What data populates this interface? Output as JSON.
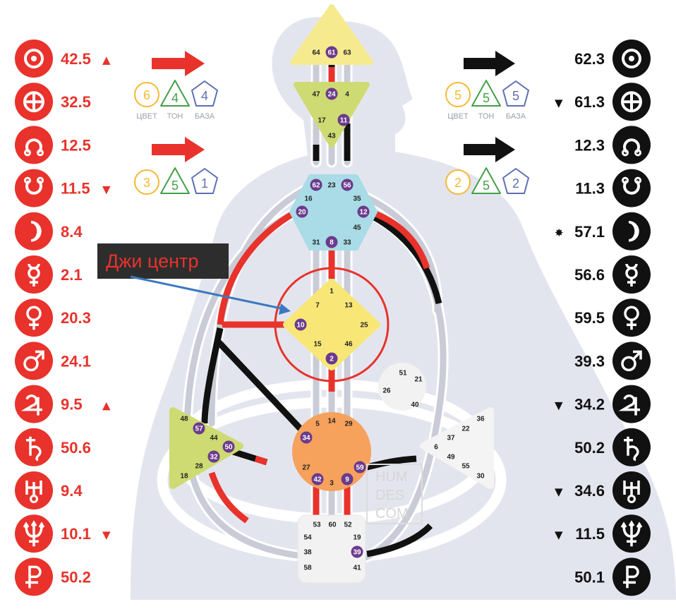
{
  "colors": {
    "design_red": "#e8322b",
    "personality_black": "#111111",
    "head_yellow": "#f6ea8f",
    "ajna_green": "#cddb72",
    "throat_blue": "#a9dce6",
    "g_yellow": "#f8e777",
    "sacral_orange": "#f6a15c",
    "spleen_green": "#cddb72",
    "root_white": "#f2f2f2",
    "gate_purple": "#6b3a8c",
    "color_orange": "#f5b935",
    "tone_green": "#42a047",
    "base_blue": "#5d6fb5",
    "annotation_blue": "#3b78c1"
  },
  "planet_icons": [
    "sun-icon",
    "earth-icon",
    "north-node-icon",
    "south-node-icon",
    "moon-icon",
    "mercury-icon",
    "venus-icon",
    "mars-icon",
    "jupiter-icon",
    "saturn-icon",
    "uranus-icon",
    "neptune-icon",
    "pluto-icon"
  ],
  "design_column": [
    {
      "value": "42.5",
      "mark": "▲"
    },
    {
      "value": "32.5",
      "mark": ""
    },
    {
      "value": "12.5",
      "mark": ""
    },
    {
      "value": "11.5",
      "mark": "▼"
    },
    {
      "value": "8.4",
      "mark": ""
    },
    {
      "value": "2.1",
      "mark": ""
    },
    {
      "value": "20.3",
      "mark": ""
    },
    {
      "value": "24.1",
      "mark": ""
    },
    {
      "value": "9.5",
      "mark": "▲"
    },
    {
      "value": "50.6",
      "mark": ""
    },
    {
      "value": "9.4",
      "mark": ""
    },
    {
      "value": "10.1",
      "mark": "▼"
    },
    {
      "value": "50.2",
      "mark": ""
    }
  ],
  "personality_column": [
    {
      "value": "62.3",
      "mark": ""
    },
    {
      "value": "61.3",
      "mark": "▼"
    },
    {
      "value": "12.3",
      "mark": ""
    },
    {
      "value": "11.3",
      "mark": ""
    },
    {
      "value": "57.1",
      "mark": "✸"
    },
    {
      "value": "56.6",
      "mark": ""
    },
    {
      "value": "59.5",
      "mark": ""
    },
    {
      "value": "39.3",
      "mark": ""
    },
    {
      "value": "34.2",
      "mark": "▼"
    },
    {
      "value": "50.2",
      "mark": ""
    },
    {
      "value": "34.6",
      "mark": "▼"
    },
    {
      "value": "11.5",
      "mark": "▼"
    },
    {
      "value": "50.1",
      "mark": ""
    }
  ],
  "variables": {
    "labels": {
      "color": "ЦВЕТ",
      "tone": "ТОН",
      "base": "БАЗА"
    },
    "design_top": {
      "color": "6",
      "tone": "4",
      "base": "4"
    },
    "design_bottom": {
      "color": "3",
      "tone": "5",
      "base": "1"
    },
    "personality_top": {
      "color": "5",
      "tone": "5",
      "base": "5"
    },
    "personality_bottom": {
      "color": "2",
      "tone": "5",
      "base": "2"
    }
  },
  "annotation": {
    "text": "Джи центр"
  },
  "watermark": {
    "line1": "HUM",
    "line2": "DES",
    "line3": "COM"
  },
  "centers": {
    "head": {
      "gates": [
        {
          "n": "64",
          "on": false
        },
        {
          "n": "61",
          "on": true
        },
        {
          "n": "63",
          "on": false
        }
      ]
    },
    "ajna": {
      "gates": [
        {
          "n": "47",
          "on": false
        },
        {
          "n": "24",
          "on": true
        },
        {
          "n": "4",
          "on": false
        },
        {
          "n": "17",
          "on": false
        },
        {
          "n": "11",
          "on": true
        },
        {
          "n": "43",
          "on": false
        }
      ]
    },
    "throat": {
      "gates": [
        {
          "n": "62",
          "on": true
        },
        {
          "n": "23",
          "on": false
        },
        {
          "n": "56",
          "on": true
        },
        {
          "n": "16",
          "on": false
        },
        {
          "n": "35",
          "on": false
        },
        {
          "n": "20",
          "on": true
        },
        {
          "n": "12",
          "on": true
        },
        {
          "n": "45",
          "on": false
        },
        {
          "n": "31",
          "on": false
        },
        {
          "n": "8",
          "on": true
        },
        {
          "n": "33",
          "on": false
        }
      ]
    },
    "g": {
      "gates": [
        {
          "n": "1",
          "on": false
        },
        {
          "n": "7",
          "on": false
        },
        {
          "n": "13",
          "on": false
        },
        {
          "n": "10",
          "on": true
        },
        {
          "n": "25",
          "on": false
        },
        {
          "n": "15",
          "on": false
        },
        {
          "n": "46",
          "on": false
        },
        {
          "n": "2",
          "on": true
        }
      ]
    },
    "heart": {
      "gates": [
        {
          "n": "51",
          "on": false
        },
        {
          "n": "21",
          "on": false
        },
        {
          "n": "26",
          "on": false
        },
        {
          "n": "40",
          "on": false
        }
      ]
    },
    "spleen": {
      "gates": [
        {
          "n": "48",
          "on": false
        },
        {
          "n": "57",
          "on": true
        },
        {
          "n": "44",
          "on": false
        },
        {
          "n": "50",
          "on": true
        },
        {
          "n": "32",
          "on": true
        },
        {
          "n": "28",
          "on": false
        },
        {
          "n": "18",
          "on": false
        }
      ]
    },
    "solar_plexus": {
      "gates": [
        {
          "n": "36",
          "on": false
        },
        {
          "n": "22",
          "on": false
        },
        {
          "n": "37",
          "on": false
        },
        {
          "n": "6",
          "on": false
        },
        {
          "n": "49",
          "on": false
        },
        {
          "n": "55",
          "on": false
        },
        {
          "n": "30",
          "on": false
        }
      ]
    },
    "sacral": {
      "gates": [
        {
          "n": "5",
          "on": false
        },
        {
          "n": "14",
          "on": false
        },
        {
          "n": "29",
          "on": false
        },
        {
          "n": "34",
          "on": true
        },
        {
          "n": "27",
          "on": false
        },
        {
          "n": "59",
          "on": true
        },
        {
          "n": "42",
          "on": true
        },
        {
          "n": "3",
          "on": false
        },
        {
          "n": "9",
          "on": true
        }
      ]
    },
    "root": {
      "gates": [
        {
          "n": "53",
          "on": false
        },
        {
          "n": "60",
          "on": false
        },
        {
          "n": "52",
          "on": false
        },
        {
          "n": "54",
          "on": false
        },
        {
          "n": "19",
          "on": false
        },
        {
          "n": "38",
          "on": false
        },
        {
          "n": "39",
          "on": true
        },
        {
          "n": "58",
          "on": false
        },
        {
          "n": "41",
          "on": false
        }
      ]
    }
  }
}
